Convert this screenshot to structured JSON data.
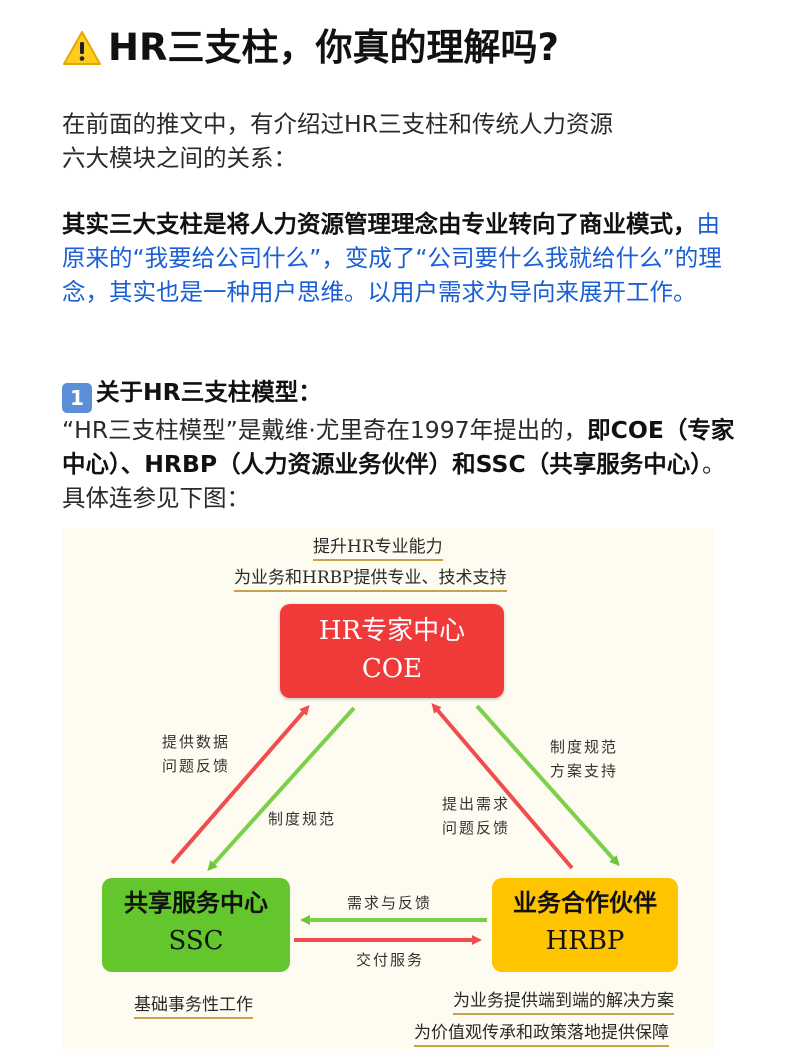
{
  "title": "HR三支柱，你真的理解吗?",
  "icons": {
    "title_icon": "warning-icon",
    "section_icon": "keycap-1-icon"
  },
  "intro": {
    "line1": "在前面的推文中，有介绍过HR三支柱和传统人力资源",
    "line2": "六大模块之间的关系："
  },
  "highlight": {
    "bold_part": "其实三大支柱是将人力资源管理理念由专业转向了商业模式，",
    "blue_part": "由原来的“我要给公司什么”，变成了“公司要什么我就给什么”的理念，其实也是一种用户思维。以用户需求为导向来展开工作。"
  },
  "section": {
    "number": "1",
    "heading": "关于HR三支柱模型：",
    "text_a": "“HR三支柱模型”是戴维·尤里奇在1997年提出的，",
    "text_bold": "即COE（专家中心）、HRBP（人力资源业务伙伴）和SSC（共享服务中心）",
    "text_b": "。具体连参见下图："
  },
  "diagram": {
    "top_label_1": "提升HR专业能力",
    "top_label_2": "为业务和HRBP提供专业、技术支持",
    "coe_line1": "HR专家中心",
    "coe_line2": "COE",
    "ssc_line1": "共享服务中心",
    "ssc_line2": "SSC",
    "hrbp_line1": "业务合作伙伴",
    "hrbp_line2": "HRBP",
    "left_up_1": "提供数据",
    "left_up_2": "问题反馈",
    "left_down": "制度规范",
    "right_up_1": "提出需求",
    "right_up_2": "问题反馈",
    "right_down_1": "制度规范",
    "right_down_2": "方案支持",
    "bottom_top": "需求与反馈",
    "bottom_bottom": "交付服务",
    "ssc_caption": "基础事务性工作",
    "hrbp_caption_1": "为业务提供端到端的解决方案",
    "hrbp_caption_2": "为价值观传承和政策落地提供保障",
    "colors": {
      "coe": "#f03a3a",
      "ssc": "#62c62c",
      "hrbp": "#ffc400",
      "red_arrow": "#f04e4e",
      "green_arrow": "#7cd04a",
      "underline": "#c9a24a"
    }
  }
}
